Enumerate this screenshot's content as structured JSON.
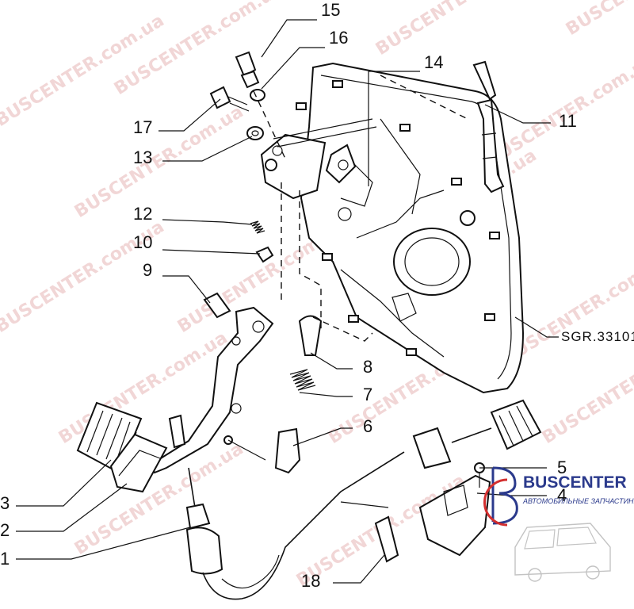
{
  "diagram": {
    "callouts": [
      "1",
      "2",
      "3",
      "4",
      "5",
      "6",
      "7",
      "8",
      "9",
      "10",
      "11",
      "12",
      "13",
      "14",
      "15",
      "16",
      "17",
      "18"
    ],
    "reference_code": "SGR.33101"
  },
  "watermark": {
    "text": "BUSCENTER.com.ua",
    "color": "#e7b5b5"
  },
  "logo": {
    "name": "BUSCENTER",
    "tagline": "АВТОМОБИЛЬНЫЕ ЗАПЧАСТИНИ",
    "brand_color": "#2b3a8c",
    "accent_color": "#d32f2f"
  }
}
